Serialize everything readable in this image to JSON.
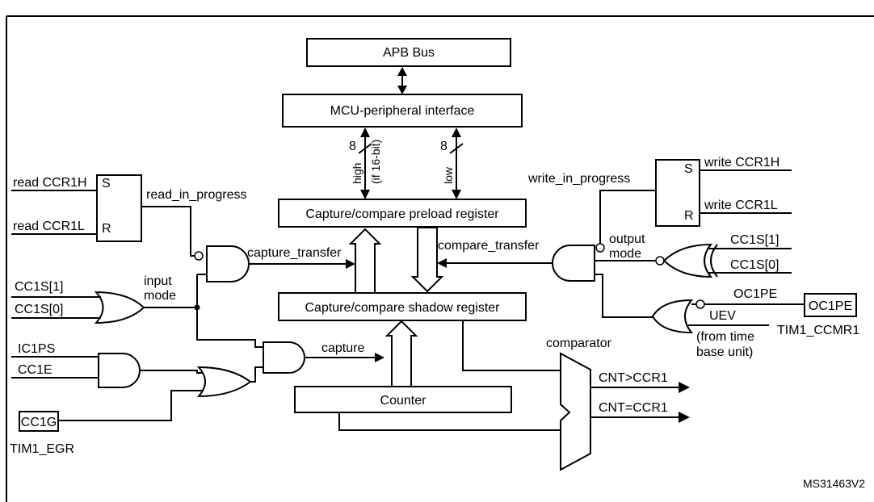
{
  "blocks": {
    "apb_bus": "APB Bus",
    "mcu_interface": "MCU-peripheral interface",
    "preload_register": "Capture/compare preload register",
    "shadow_register": "Capture/compare shadow register",
    "counter": "Counter",
    "cc1g": "CC1G",
    "oc1pe_box": "OC1PE"
  },
  "bus": {
    "width_high": "8",
    "width_low": "8",
    "high_label": "high",
    "high_note": "(if 16-bit)",
    "low_label": "low"
  },
  "signals": {
    "read_ccr1h": "read CCR1H",
    "read_ccr1l": "read CCR1L",
    "latch_s_left": "S",
    "latch_r_left": "R",
    "read_in_progress": "read_in_progress",
    "capture_transfer": "capture_transfer",
    "cc1s1_left": "CC1S[1]",
    "cc1s0_left": "CC1S[0]",
    "input_mode_1": "input",
    "input_mode_2": "mode",
    "ic1ps": "IC1PS",
    "cc1e": "CC1E",
    "capture": "capture",
    "tim1_egr": "TIM1_EGR",
    "write_in_progress": "write_in_progress",
    "latch_s_right": "S",
    "latch_r_right": "R",
    "write_ccr1h": "write CCR1H",
    "write_ccr1l": "write CCR1L",
    "compare_transfer": "compare_transfer",
    "output_mode_1": "output",
    "output_mode_2": "mode",
    "cc1s1_right": "CC1S[1]",
    "cc1s0_right": "CC1S[0]",
    "oc1pe": "OC1PE",
    "uev": "UEV",
    "uev_note_1": "(from time",
    "uev_note_2": "base unit)",
    "tim1_ccmr1": "TIM1_CCMR1",
    "comparator": "comparator",
    "cnt_gt": "CNT>CCR1",
    "cnt_eq": "CNT=CCR1"
  },
  "figure_id": "MS31463V2"
}
